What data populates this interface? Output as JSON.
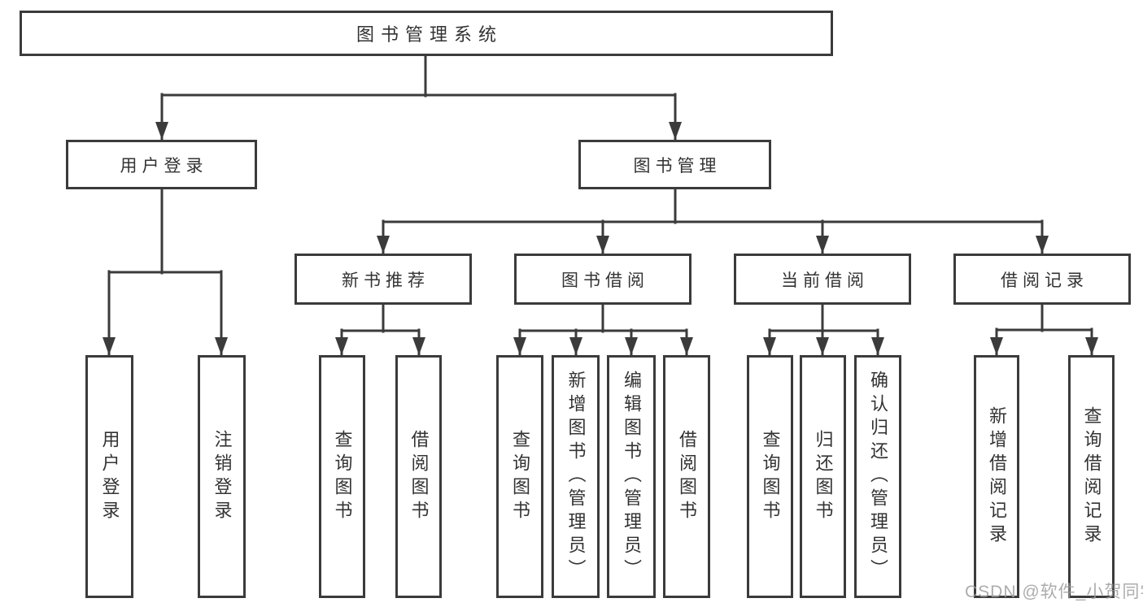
{
  "colors": {
    "background": "#ffffff",
    "line": "#3b3b3b",
    "box_border": "#3b3b3b",
    "text": "#333333",
    "watermark": "#9e9e9e"
  },
  "watermark": "CSDN @软件_小贺同学",
  "tree": {
    "label": "图书管理系统",
    "children": [
      {
        "label": "用户登录",
        "children": [
          {
            "label": "用户登录"
          },
          {
            "label": "注销登录"
          }
        ]
      },
      {
        "label": "图书管理",
        "children": [
          {
            "label": "新书推荐",
            "children": [
              {
                "label": "查询图书"
              },
              {
                "label": "借阅图书"
              }
            ]
          },
          {
            "label": "图书借阅",
            "children": [
              {
                "label": "查询图书"
              },
              {
                "label": "新增图书（管理员）"
              },
              {
                "label": "编辑图书（管理员）"
              },
              {
                "label": "借阅图书"
              }
            ]
          },
          {
            "label": "当前借阅",
            "children": [
              {
                "label": "查询图书"
              },
              {
                "label": "归还图书"
              },
              {
                "label": "确认归还（管理员）"
              }
            ]
          },
          {
            "label": "借阅记录",
            "children": [
              {
                "label": "新增借阅记录"
              },
              {
                "label": "查询借阅记录"
              }
            ]
          }
        ]
      }
    ]
  }
}
